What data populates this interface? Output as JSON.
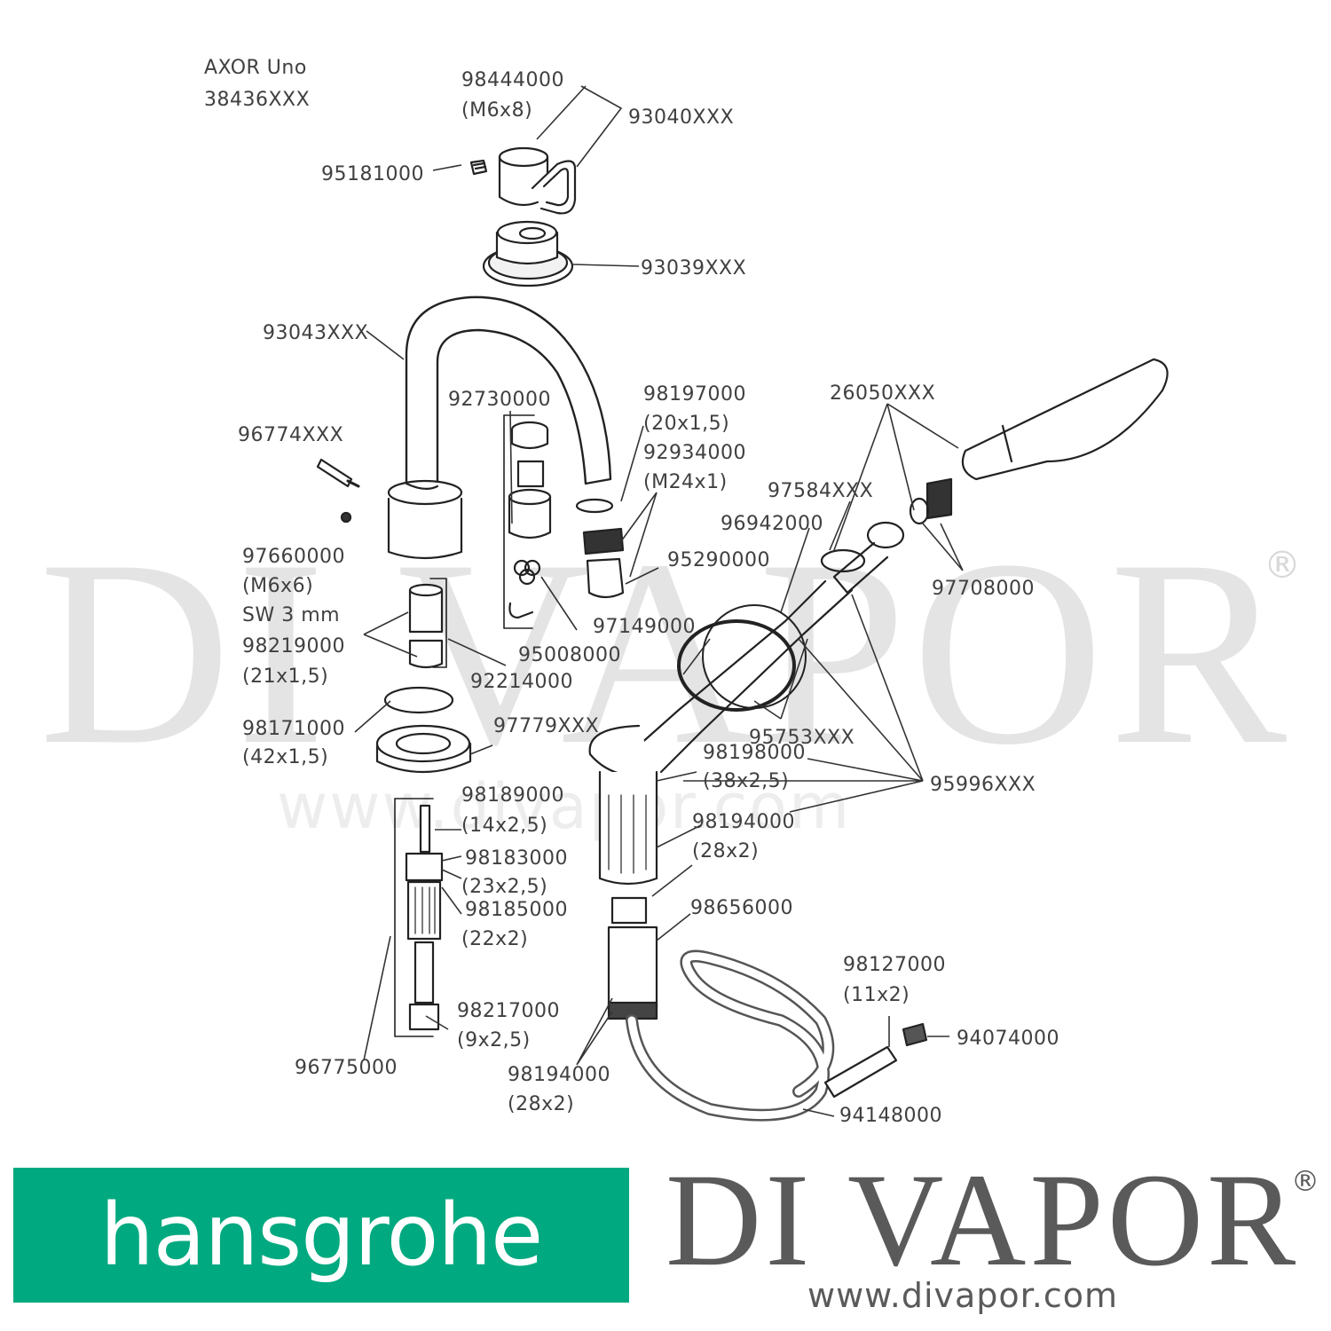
{
  "product": {
    "name": "AXOR Uno",
    "number": "38436XXX"
  },
  "parts": {
    "p98444000": "98444000",
    "p98444000_spec": "(M6x8)",
    "p93040XXX": "93040XXX",
    "p95181000": "95181000",
    "p93039XXX": "93039XXX",
    "p93043XXX": "93043XXX",
    "p92730000": "92730000",
    "p98197000": "98197000",
    "p98197000_spec": "(20x1,5)",
    "p92934000": "92934000",
    "p92934000_spec": "(M24x1)",
    "p26050XXX": "26050XXX",
    "p96774XXX": "96774XXX",
    "p97584XXX": "97584XXX",
    "p96942000": "96942000",
    "p95290000": "95290000",
    "p97708000": "97708000",
    "p97660000": "97660000",
    "p97660000_spec": "(M6x6)",
    "p97660000_tool": "SW 3 mm",
    "p98219000": "98219000",
    "p98219000_spec": "(21x1,5)",
    "p97149000": "97149000",
    "p95008000": "95008000",
    "p92214000": "92214000",
    "p98171000": "98171000",
    "p98171000_spec": "(42x1,5)",
    "p97779XXX": "97779XXX",
    "p95753XXX": "95753XXX",
    "p98198000": "98198000",
    "p98198000_spec": "(38x2,5)",
    "p95996XXX": "95996XXX",
    "p98189000": "98189000",
    "p98189000_spec": "(14x2,5)",
    "p98194000_a": "98194000",
    "p98194000_a_spec": "(28x2)",
    "p98183000": "98183000",
    "p98183000_spec": "(23x2,5)",
    "p98185000": "98185000",
    "p98185000_spec": "(22x2)",
    "p98656000": "98656000",
    "p98127000": "98127000",
    "p98127000_spec": "(11x2)",
    "p98217000": "98217000",
    "p98217000_spec": "(9x2,5)",
    "p94074000": "94074000",
    "p98194000_b": "98194000",
    "p98194000_b_spec": "(28x2)",
    "p96775000": "96775000",
    "p94148000": "94148000"
  },
  "watermark": {
    "text": "DI VAPOR",
    "registered": "®",
    "url": "www.divapor.com"
  },
  "footer": {
    "logo_text": "hansgrohe",
    "logo_color": "#00a97f",
    "brand_name": "DI VAPOR",
    "brand_registered": "®",
    "brand_url": "www.divapor.com"
  }
}
